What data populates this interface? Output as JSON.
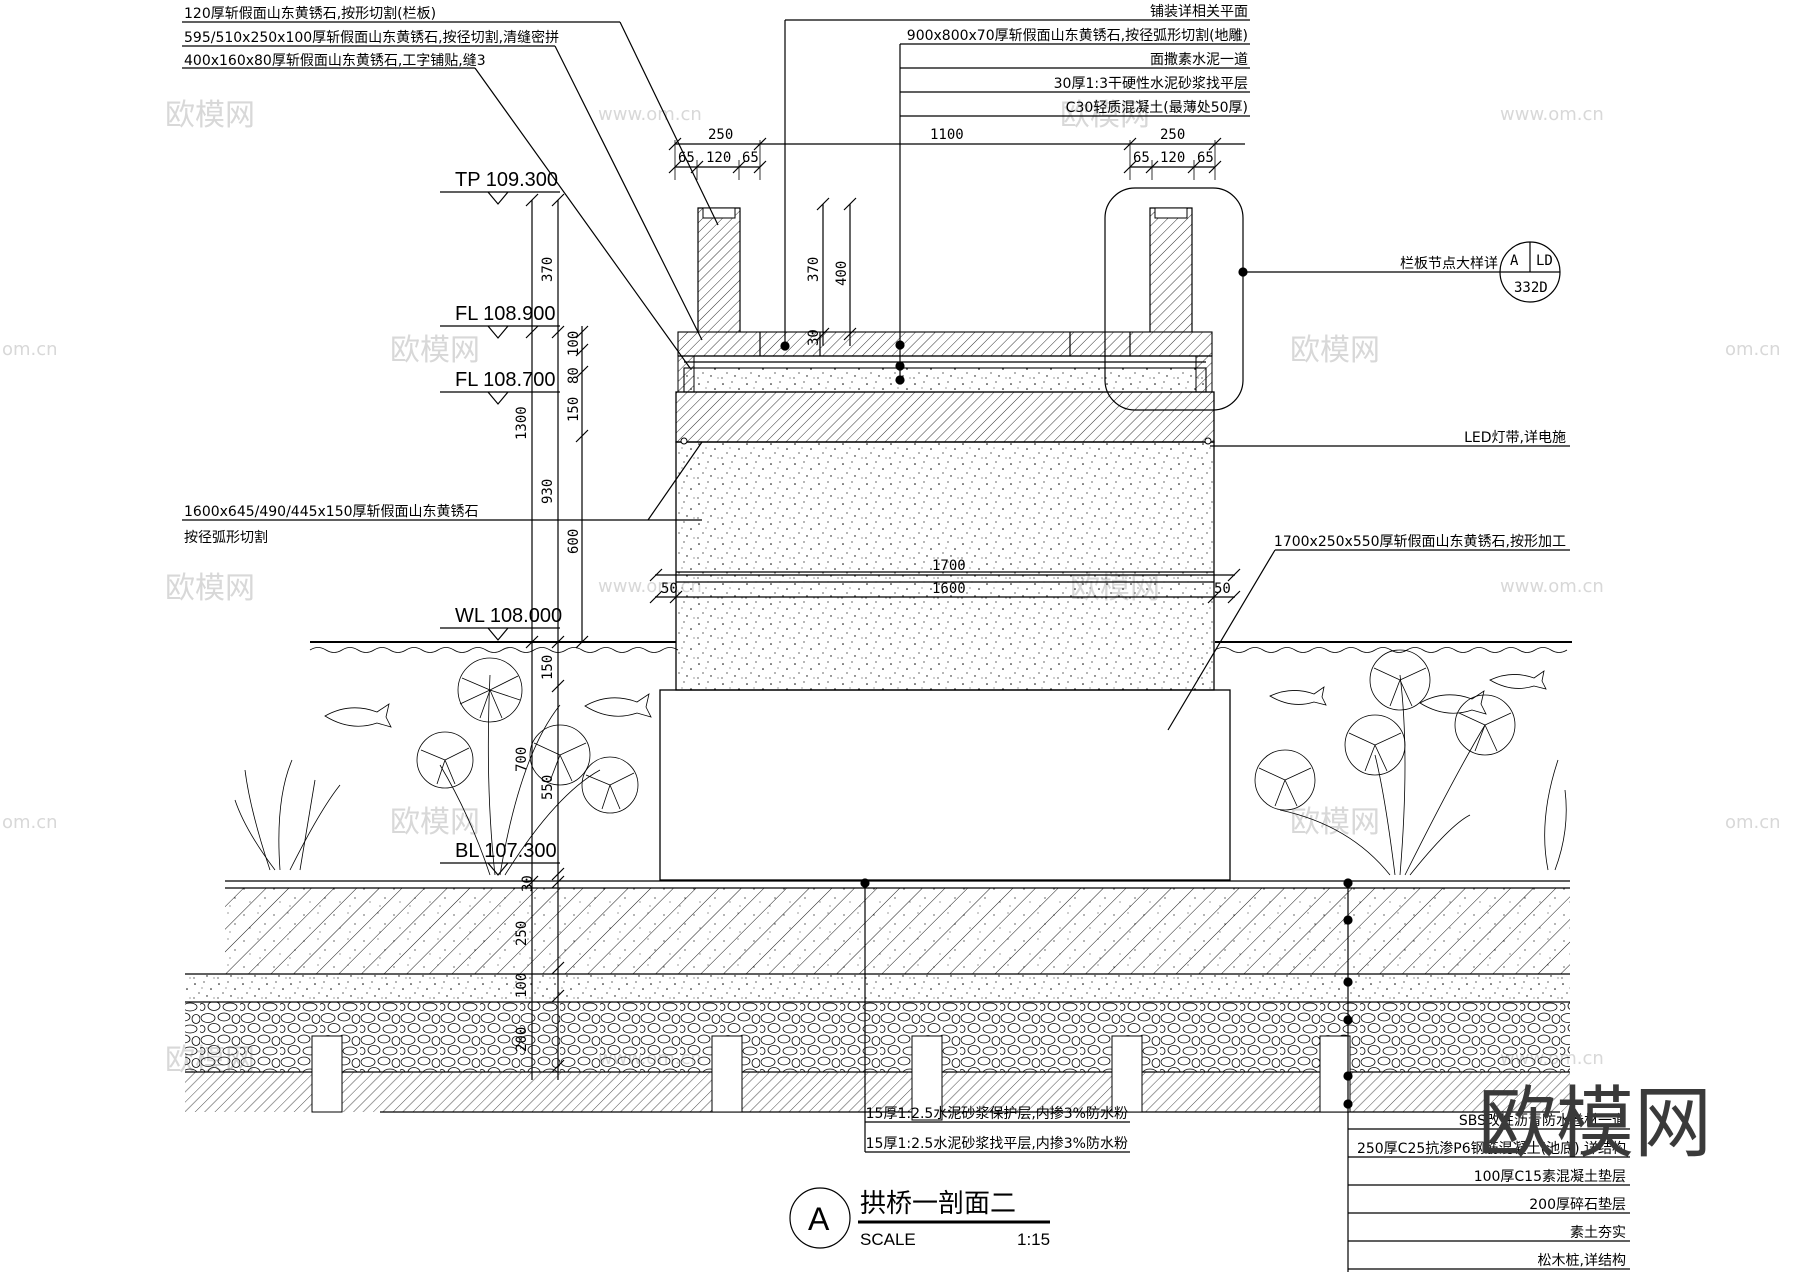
{
  "watermarks": {
    "brand": "欧模网",
    "url": "www.om.cn",
    "url_short": "om.cn",
    "corner": "欧模网"
  },
  "title": {
    "circle_letter": "A",
    "name": "拱桥一剖面二",
    "scale_label": "SCALE",
    "scale_value": "1:15"
  },
  "levels": {
    "tp": "TP  109.300",
    "fl1": "FL  108.900",
    "fl2": "FL  108.700",
    "wl": "WL  108.000",
    "bl": "BL  107.300"
  },
  "callouts_left": [
    "120厚斩假面山东黄锈石,按形切割(栏板)",
    "595/510x250x100厚斩假面山东黄锈石,按径切割,清缝密拼",
    "400x160x80厚斩假面山东黄锈石,工字铺贴,缝3"
  ],
  "callouts_right": [
    "铺装详相关平面",
    "900x800x70厚斩假面山东黄锈石,按径弧形切割(地雕)",
    "面撒素水泥一道",
    "30厚1:3干硬性水泥砂浆找平层",
    "C30轻质混凝土(最薄处50厚)"
  ],
  "callout_arch_block": {
    "line1": "1600x645/490/445x150厚斩假面山东黄锈石",
    "line2": "按径弧形切割"
  },
  "callout_led": "LED灯带,详电施",
  "callout_base_block": "1700x250x550厚斩假面山东黄锈石,按形加工",
  "detail_ref": {
    "label": "栏板节点大样详",
    "top_left": "A",
    "top_right": "LD",
    "bottom": "332D"
  },
  "bottom_callouts_mid": [
    "15厚1:2.5水泥砂浆保护层,内掺3%防水粉",
    "15厚1:2.5水泥砂浆找平层,内掺3%防水粉"
  ],
  "bottom_callouts_right": [
    "SBS改性沥青防水卷材一道",
    "250厚C25抗渗P6钢筋混凝土(池底),详结构",
    "100厚C15素混凝土垫层",
    "200厚碎石垫层",
    "素土夯实",
    "松木桩,详结构"
  ],
  "dims_top": {
    "left_total": "250",
    "left_parts": [
      "65",
      "120",
      "65"
    ],
    "mid": "1100",
    "right_total": "250",
    "right_parts": [
      "65",
      "120",
      "65"
    ]
  },
  "dims_width": {
    "outer": "1700",
    "inner": "1600",
    "left_edge": "50",
    "right_edge": "50"
  },
  "dims_vertical_outer": [
    "370",
    "1300",
    "930"
  ],
  "dims_vertical_inner": [
    "100",
    "80",
    "150",
    "600",
    "150",
    "700",
    "550"
  ],
  "dims_vertical_center": [
    "370",
    "400",
    "30"
  ],
  "dims_floor": [
    "30",
    "250",
    "100",
    "200"
  ]
}
